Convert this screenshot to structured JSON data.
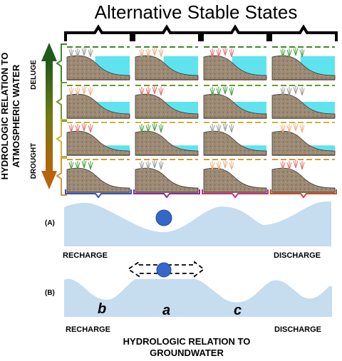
{
  "title": "Alternative Stable States",
  "vertical_axis": {
    "label_line1": "HYDROLOGIC RELATION TO",
    "label_line2": "ATMOSPHERIC WATER",
    "top_end": "DELUGE",
    "bottom_end": "DROUGHT"
  },
  "horizontal_axis": {
    "label_line1": "HYDROLOGIC RELATION TO",
    "label_line2": "GROUNDWATER"
  },
  "panel_a": {
    "label": "(A)",
    "left_label": "RECHARGE",
    "right_label": "DISCHARGE"
  },
  "panel_b": {
    "label": "(B)",
    "left_label": "RECHARGE",
    "right_label": "DISCHARGE",
    "basin_labels": [
      "b",
      "a",
      "c"
    ]
  },
  "colors": {
    "row_brackets": [
      "#3c8a2b",
      "#6a9a2a",
      "#c8b43a",
      "#d09a3a"
    ],
    "column_brackets": [
      "#2f4fd0",
      "#8a2aa0",
      "#d0307a",
      "#d04a20"
    ],
    "arrow_top": "#1f5a1a",
    "arrow_bottom": "#b8640a",
    "landscape_fill": "#c6dcef",
    "ball": "#3567c9",
    "water": "#5fe3ef",
    "soil": "#9c8a74"
  }
}
